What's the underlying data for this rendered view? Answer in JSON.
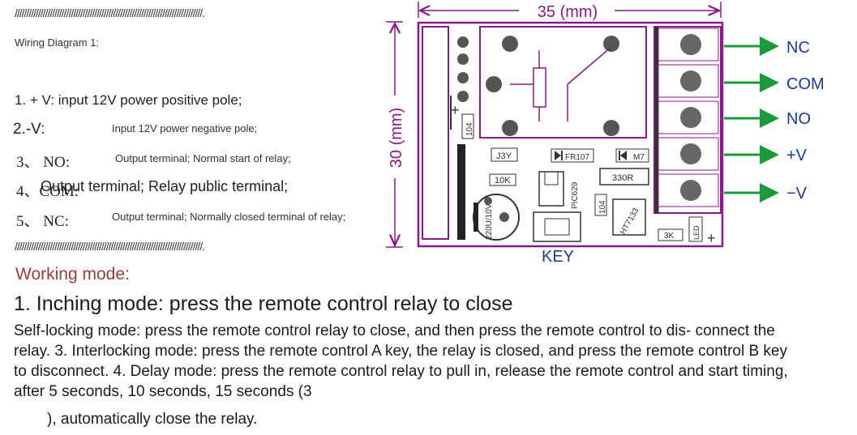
{
  "left": {
    "hatch": "////////////////////////////////////////////////////////////////////////////////.",
    "heading": "Wiring Diagram 1:",
    "item1": "1. + V: input 12V power positive pole;",
    "item2_num": "2.-V:",
    "item2_text": "Input 12V power negative pole;",
    "item3_num": "3、 NO:",
    "item3_text": "Output terminal; Normal start of relay;",
    "item4_num": "4、COM:",
    "item4_text": "Output terminal; Relay public terminal;",
    "item5_num": "5、 NC:",
    "item5_text": "Output terminal; Normally closed terminal of relay;"
  },
  "diagram": {
    "width_label": "35 (mm)",
    "height_label": "30 (mm)",
    "terminals": [
      "NC",
      "COM",
      "NO",
      "+V",
      "−V"
    ],
    "parts": {
      "j3y": "J3Y",
      "fr107": "FR107",
      "m7": "M7",
      "r10k": "10K",
      "r330": "330R",
      "c104a": "104",
      "c104b": "104",
      "cap": "220U/10V",
      "pic": "PIC629",
      "ht": "HT7133",
      "r3k": "3K",
      "led": "LED",
      "plus1": "+",
      "plus2": "+"
    },
    "key_label": "KEY",
    "colors": {
      "board": "#8a1a8a",
      "arrow": "#1a9a3a",
      "label": "#1a3aa0",
      "dim": "#8a1a8a"
    }
  },
  "working": {
    "heading": "Working mode:",
    "line1": "1. Inching mode: press the remote control relay to close",
    "paragraph": "Self-locking mode: press the remote control relay to close, and then press the remote control to dis- connect the relay. 3. Interlocking mode: press the remote control A key, the relay is closed, and press the remote control B key to disconnect. 4. Delay mode: press the remote control relay to pull in, release the remote control and start timing, after 5 seconds, 10 seconds, 15 seconds (3",
    "tail": "), automatically close the relay."
  }
}
